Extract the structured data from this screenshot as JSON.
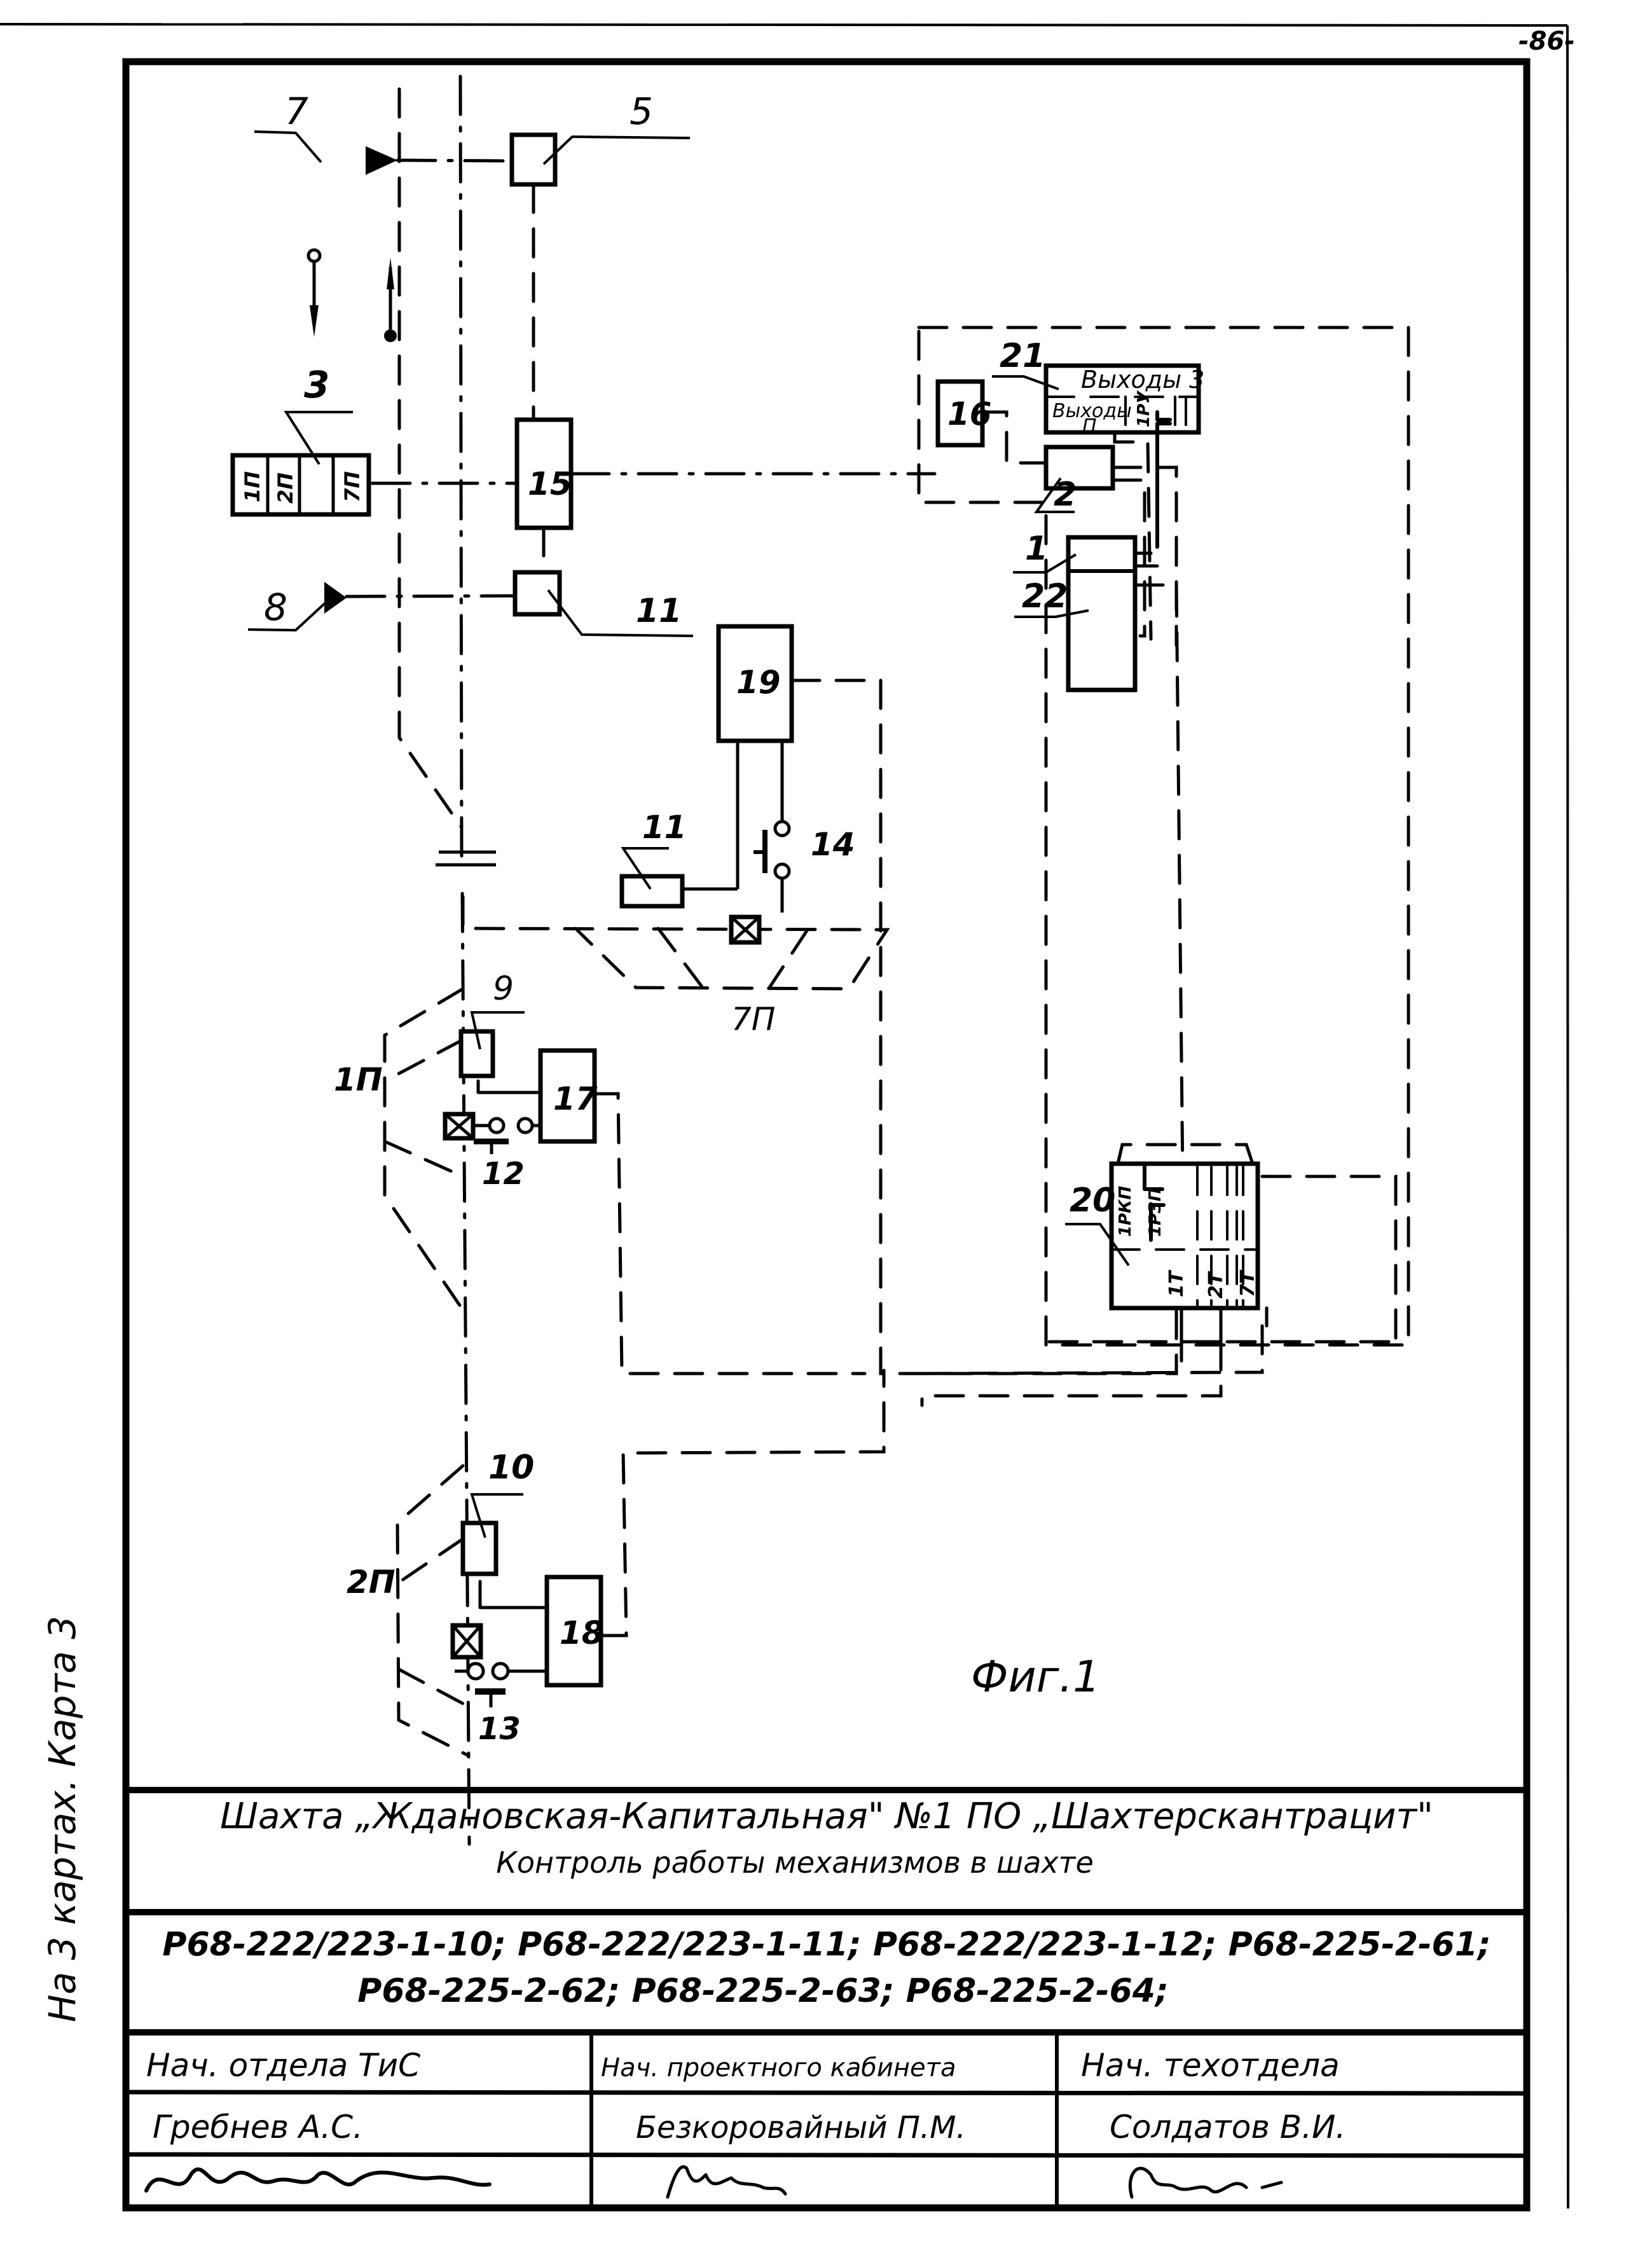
{
  "page_number": "-86-",
  "side_note": "На 3 картах. Карта 3",
  "figure_caption": "Фиг.1",
  "diagram": {
    "labels": {
      "l1": "1",
      "l2": "2",
      "l3": "3",
      "l5": "5",
      "l7": "7",
      "l8": "8",
      "l9": "9",
      "l10": "10",
      "l11a": "11",
      "l11b": "11",
      "l12": "12",
      "l13": "13",
      "l14": "14",
      "l15": "15",
      "l16": "16",
      "l17": "17",
      "l18": "18",
      "l19": "19",
      "l20": "20",
      "l21": "21",
      "l22": "22"
    },
    "block3_cells": [
      "1П",
      "2П",
      "",
      "7П"
    ],
    "block21": {
      "top": "Выходы 3",
      "bottom_left_line1": "Выходы",
      "bottom_left_line2": "П",
      "relay": "1РУ"
    },
    "block20": {
      "relay1": "1РКП",
      "relay2": "1РЗП",
      "columns": [
        "1Т",
        "2Т",
        "7Т"
      ]
    },
    "zones": {
      "z7p": "7П",
      "z1p": "1П",
      "z2p": "2П"
    }
  },
  "title_block": {
    "line1": "Шахта „Ждановская-Капитальная\" №1 ПО „Шахтерскантрацит\"",
    "line2": "Контроль работы механизмов в шахте",
    "codes_line1": "Р68-222/223-1-10; Р68-222/223-1-11; Р68-222/223-1-12; Р68-225-2-61;",
    "codes_line2": "Р68-225-2-62; Р68-225-2-63; Р68-225-2-64;",
    "signatures": [
      {
        "position": "Нач. отдела ТиС",
        "name": "Гребнев А.С."
      },
      {
        "position": "Нач. проектного кабинета",
        "name": "Безкоровайный П.М."
      },
      {
        "position": "Нач. техотдела",
        "name": "Солдатов В.И."
      }
    ]
  }
}
